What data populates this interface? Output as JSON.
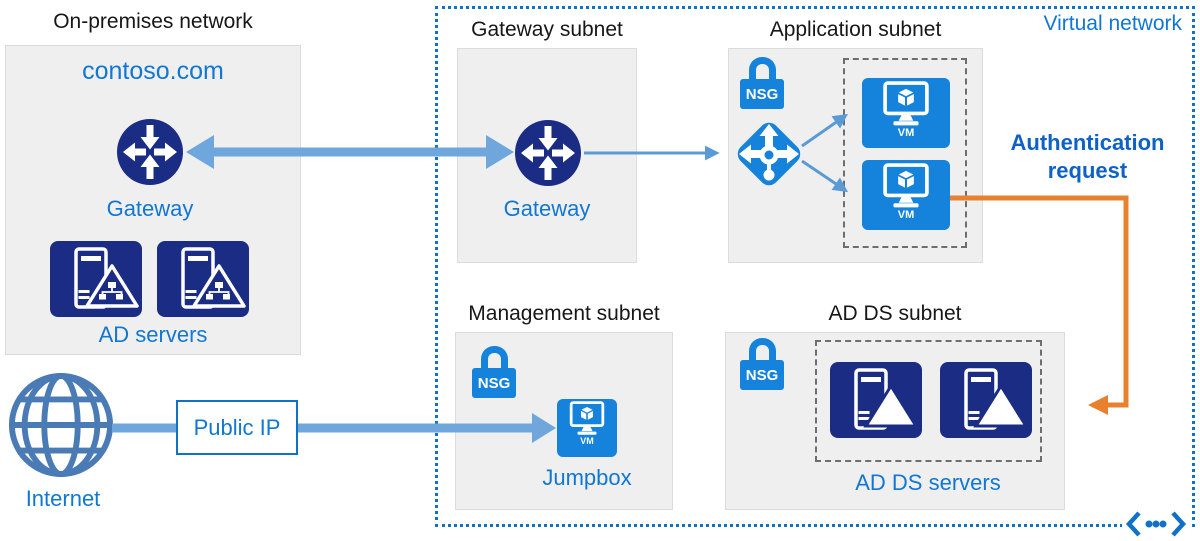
{
  "on_premises": {
    "title": "On-premises network",
    "domain": "contoso.com",
    "gateway_label": "Gateway",
    "ad_servers_label": "AD servers"
  },
  "internet": {
    "label": "Internet",
    "public_ip": "Public IP"
  },
  "virtual_network": {
    "label": "Virtual network",
    "gateway_subnet": {
      "title": "Gateway subnet",
      "gateway_label": "Gateway"
    },
    "application_subnet": {
      "title": "Application subnet",
      "nsg_label": "NSG",
      "vm_label": "VM"
    },
    "management_subnet": {
      "title": "Management subnet",
      "nsg_label": "NSG",
      "vm_label": "VM",
      "jumpbox_label": "Jumpbox"
    },
    "ad_ds_subnet": {
      "title": "AD DS subnet",
      "nsg_label": "NSG",
      "servers_label": "AD DS servers"
    }
  },
  "annotations": {
    "auth_request": "Authentication request"
  },
  "icons": {
    "gateway": "circle-four-way-arrows",
    "nsg": "padlock",
    "load_balancer": "diamond-cross-arrows",
    "vm": "monitor-with-cube",
    "ad_server": "server-tower-network-triangle",
    "ad_ds_server": "server-tower-white-triangle",
    "internet": "globe",
    "vnet_corner": "chevrons-with-dots"
  },
  "colors": {
    "navy": "#1B2C85",
    "azure_blue": "#1583DB",
    "label_blue": "#1077D4",
    "auth_blue": "#0F62C5",
    "thick_arrow": "#6FA7DC",
    "thin_arrow": "#5B9BD5",
    "orange": "#E8812F",
    "vnet_border": "#1072C6",
    "subnet_bg": "#EFEFEF",
    "globe_blue": "#4B7BB5"
  }
}
